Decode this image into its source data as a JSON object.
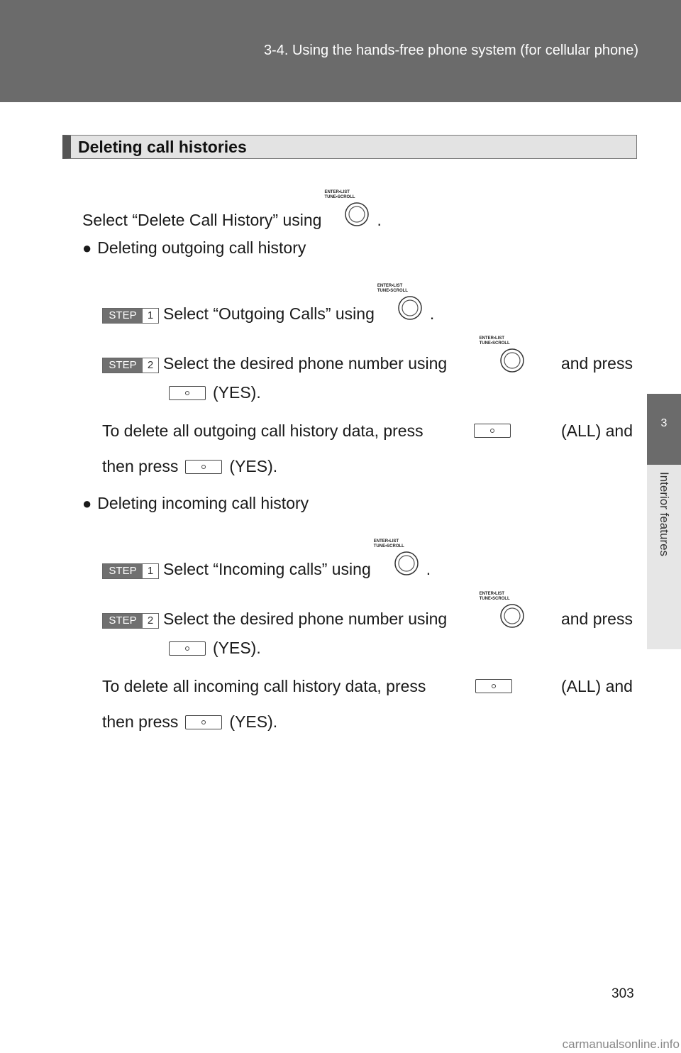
{
  "header": {
    "title": "3-4. Using the hands-free phone system (for cellular phone)"
  },
  "side_tab": {
    "chapter_number": "3",
    "chapter_title": "Interior features"
  },
  "section": {
    "title": "Deleting call histories"
  },
  "knob_label": {
    "line1": "ENTER•LIST",
    "line2": "TUNE•SCROLL"
  },
  "intro": {
    "text": "Select “Delete Call History” using",
    "end": "."
  },
  "outgoing": {
    "heading": "Deleting outgoing call history",
    "step1": {
      "label": "STEP",
      "num": "1",
      "text": "Select “Outgoing Calls” using",
      "end": "."
    },
    "step2": {
      "label": "STEP",
      "num": "2",
      "text": "Select the desired phone number using",
      "and_press": "and press",
      "yes": "(YES)."
    },
    "delete_all": {
      "part1": "To delete all outgoing call history data, press",
      "all": "(ALL) and",
      "then_press": "then press",
      "yes": "(YES)."
    }
  },
  "incoming": {
    "heading": "Deleting incoming call history",
    "step1": {
      "label": "STEP",
      "num": "1",
      "text": "Select “Incoming calls” using",
      "end": "."
    },
    "step2": {
      "label": "STEP",
      "num": "2",
      "text": "Select the desired phone number using",
      "and_press": "and press",
      "yes": "(YES)."
    },
    "delete_all": {
      "part1": "To delete all incoming call history data, press",
      "all": "(ALL) and",
      "then_press": "then press",
      "yes": "(YES)."
    }
  },
  "page": {
    "number": "303"
  },
  "watermark": {
    "text": "carmanualsonline.info"
  },
  "icons": {
    "bullet": "●",
    "knob": "knob-icon",
    "button": "button-icon"
  },
  "colors": {
    "header_bg": "#6b6b6b",
    "tab_bg": "#e6e6e6",
    "title_bg": "#e3e3e3"
  }
}
